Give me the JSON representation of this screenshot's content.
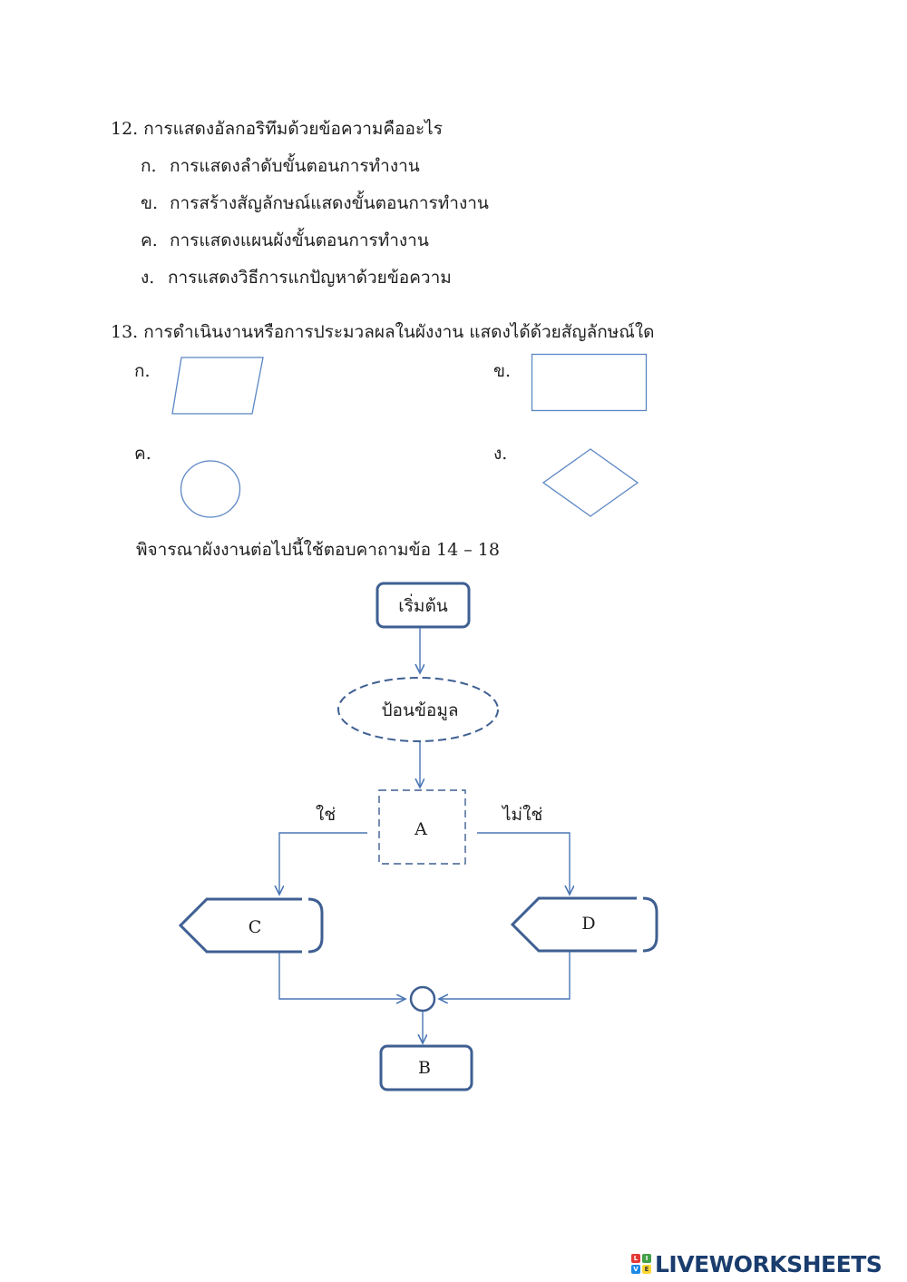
{
  "q12": {
    "text": "12. การแสดงอัลกอริทึมด้วยข้อความคืออะไร",
    "options": [
      {
        "mark": "ก.",
        "text": "การแสดงลำดับขั้นตอนการทำงาน"
      },
      {
        "mark": "ข.",
        "text": "การสร้างสัญลักษณ์แสดงขั้นตอนการทำงาน"
      },
      {
        "mark": "ค.",
        "text": "การแสดงแผนผังขั้นตอนการทำงาน"
      },
      {
        "mark": "ง.",
        "text": "การแสดงวิธีการแกปัญหาด้วยข้อความ"
      }
    ]
  },
  "q13": {
    "text": "13. การดำเนินงานหรือการประมวลผลในผังงาน แสดงได้ด้วยสัญลักษณ์ใด",
    "options": [
      {
        "mark": "ก.",
        "shape": "parallelogram"
      },
      {
        "mark": "ข.",
        "shape": "rectangle"
      },
      {
        "mark": "ค.",
        "shape": "circle"
      },
      {
        "mark": "ง.",
        "shape": "diamond"
      }
    ]
  },
  "flow_intro": "พิจารณาผังงานต่อไปนี้ใช้ตอบคาถามข้อ 14 – 18",
  "flowchart": {
    "start": "เริ่มต้น",
    "input": "ป้อนข้อมูล",
    "decision": "A",
    "yes": "ใช่",
    "no": "ไม่ใช่",
    "left_display": "C",
    "right_display": "D",
    "end": "B"
  },
  "colors": {
    "shape_line": "#5b86c4",
    "flow_box": "#3e5f92",
    "connector": "#4a76b5"
  },
  "logo": {
    "icon": "liveworksheets-logo-icon",
    "text": "LIVEWORKSHEETS"
  }
}
